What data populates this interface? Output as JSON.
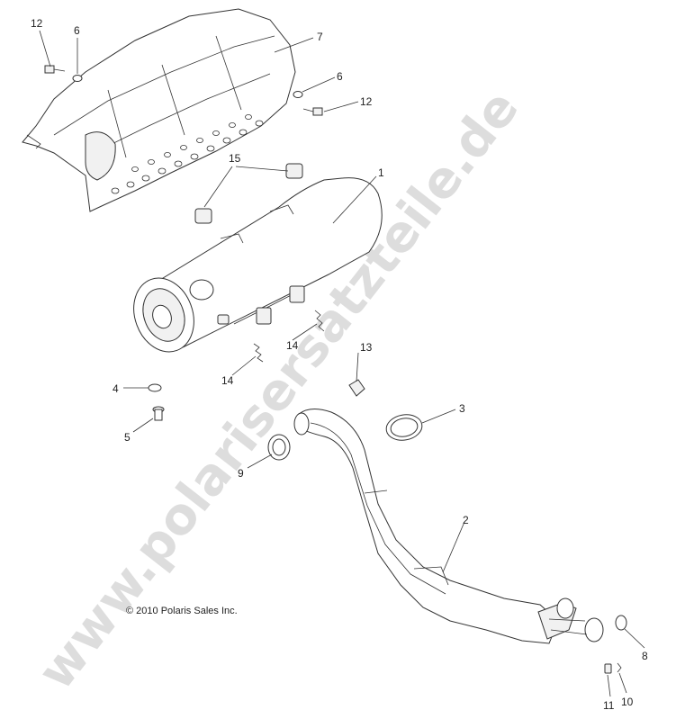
{
  "watermark": "www.polarisersatzteile.de",
  "copyright": "© 2010 Polaris Sales Inc.",
  "callouts": {
    "c1": "1",
    "c2": "2",
    "c3": "3",
    "c4": "4",
    "c5": "5",
    "c6a": "6",
    "c6b": "6",
    "c7": "7",
    "c8": "8",
    "c9": "9",
    "c10": "10",
    "c11": "11",
    "c12a": "12",
    "c12b": "12",
    "c13": "13",
    "c14a": "14",
    "c14b": "14",
    "c15": "15"
  }
}
